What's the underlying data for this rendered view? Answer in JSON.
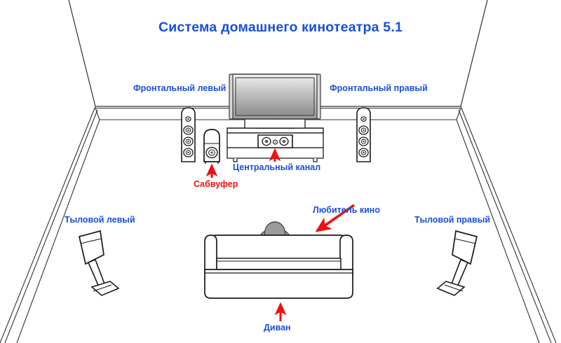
{
  "diagram": {
    "title": "Система домашнего кинотеатра 5.1",
    "title_color": "#1a4fdd",
    "label_color": "#1a4fdd",
    "arrow_color": "#ee1111",
    "line_color": "#222222",
    "background": "#ffffff",
    "labels": {
      "front_left": "Фронтальный левый",
      "front_right": "Фронтальный правый",
      "center": "Центральный канал",
      "subwoofer": "Сабвуфер",
      "rear_left": "Тыловой левый",
      "rear_right": "Тыловой правый",
      "viewer": "Любитель кино",
      "sofa": "Диван"
    },
    "components": [
      {
        "id": "tv",
        "name": "television",
        "label": ""
      },
      {
        "id": "tv-stand",
        "name": "tv-stand",
        "label": ""
      },
      {
        "id": "center-speaker",
        "name": "center-channel-speaker",
        "label": "Центральный канал"
      },
      {
        "id": "subwoofer",
        "name": "subwoofer",
        "label": "Сабвуфер"
      },
      {
        "id": "front-left-speaker",
        "name": "front-left-tower-speaker",
        "label": "Фронтальный левый"
      },
      {
        "id": "front-right-speaker",
        "name": "front-right-tower-speaker",
        "label": "Фронтальный правый"
      },
      {
        "id": "rear-left-speaker",
        "name": "rear-left-speaker-on-stand",
        "label": "Тыловой левый"
      },
      {
        "id": "rear-right-speaker",
        "name": "rear-right-speaker-on-stand",
        "label": "Тыловой правый"
      },
      {
        "id": "sofa",
        "name": "sofa",
        "label": "Диван"
      },
      {
        "id": "viewer",
        "name": "seated-viewer",
        "label": "Любитель кино"
      }
    ]
  }
}
